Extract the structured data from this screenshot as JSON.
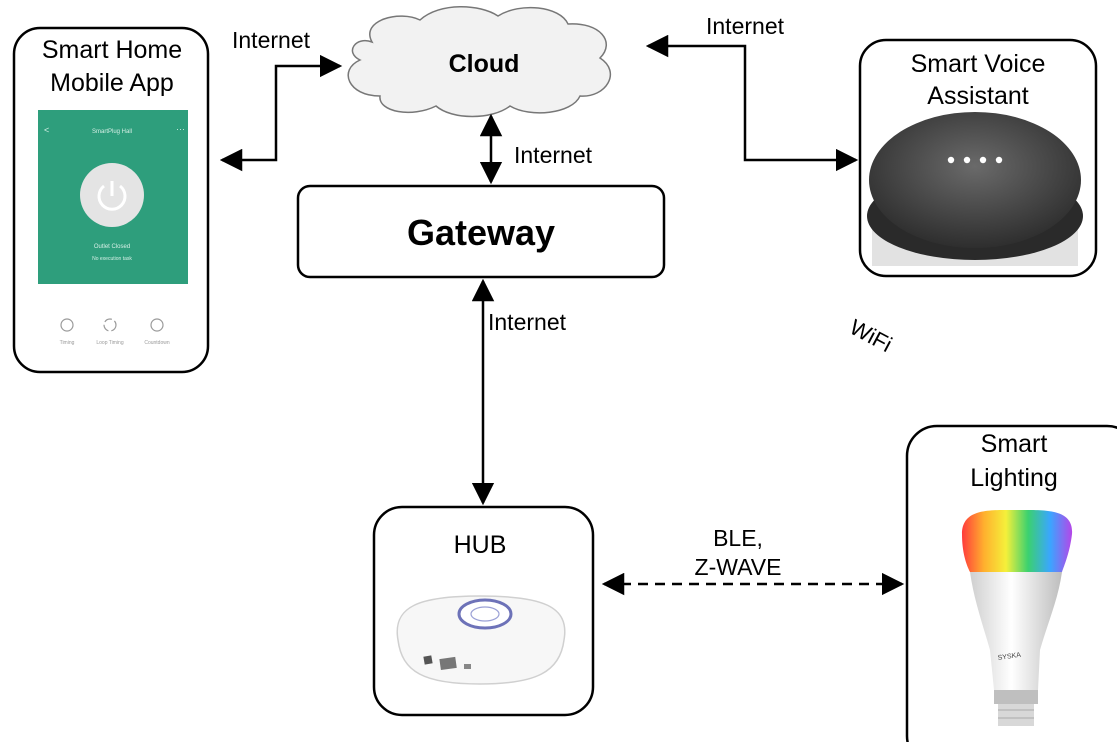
{
  "mobile_app": {
    "title_line1": "Smart Home",
    "title_line2": "Mobile App",
    "screen": {
      "header_title": "SmartPlug Hall",
      "status": "Outlet Closed",
      "substatus": "No execution task",
      "tabs": [
        "Timing",
        "Loop Timing",
        "Countdown"
      ],
      "accent_color": "#2e9e7c"
    }
  },
  "cloud": {
    "label": "Cloud"
  },
  "gateway": {
    "label": "Gateway"
  },
  "voice_assistant": {
    "title_line1": "Smart Voice",
    "title_line2": "Assistant"
  },
  "hub": {
    "label": "HUB"
  },
  "lighting": {
    "title_line1": "Smart",
    "title_line2": "Lighting",
    "brand": "SYSKA"
  },
  "connections": {
    "app_cloud": "Internet",
    "cloud_voice": "Internet",
    "cloud_gateway": "Internet",
    "gateway_hub": "Internet",
    "wifi": "WiFi",
    "hub_lighting_line1": "BLE,",
    "hub_lighting_line2": "Z-WAVE"
  }
}
